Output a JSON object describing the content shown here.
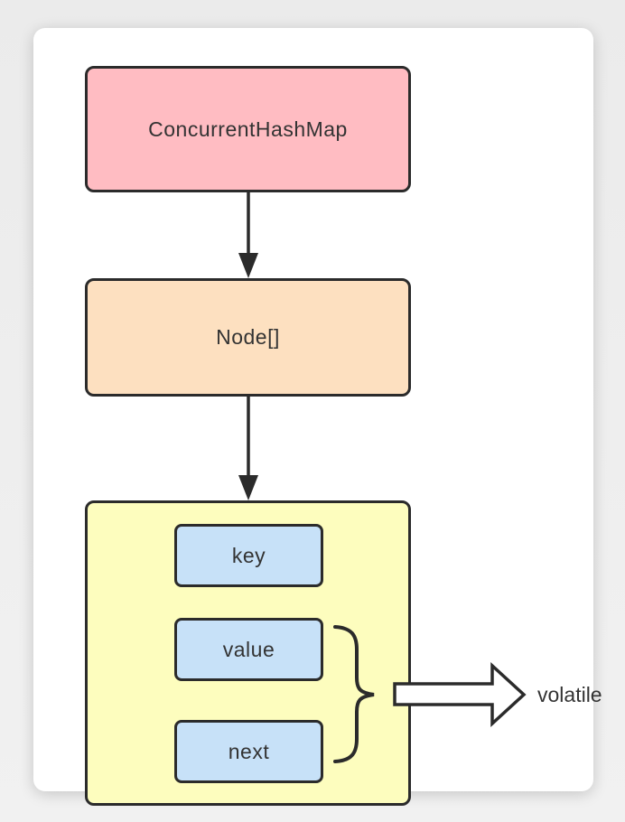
{
  "diagram": {
    "root_box": {
      "label": "ConcurrentHashMap",
      "fill": "#ffbcc2"
    },
    "array_box": {
      "label": "Node[]",
      "fill": "#fde0c0"
    },
    "entry_box": {
      "fill": "#fdfdbe",
      "fields": [
        {
          "label": "key",
          "fill": "#c7e1f8"
        },
        {
          "label": "value",
          "fill": "#c7e1f8"
        },
        {
          "label": "next",
          "fill": "#c7e1f8"
        }
      ]
    },
    "connectors": [
      {
        "from": "ConcurrentHashMap",
        "to": "Node[]",
        "type": "arrow-down"
      },
      {
        "from": "Node[]",
        "to": "entry-box",
        "type": "arrow-down"
      },
      {
        "group": [
          "value",
          "next"
        ],
        "type": "brace-with-arrow",
        "annotation": "volatile"
      }
    ],
    "volatile_label": "volatile",
    "colors": {
      "border": "#2b2b2b",
      "text": "#333333",
      "canvas": "#ffffff",
      "page_background": "#efefef",
      "pink": "#ffbcc2",
      "orange": "#fde0c0",
      "yellow": "#fdfdbe",
      "blue": "#c7e1f8"
    }
  }
}
